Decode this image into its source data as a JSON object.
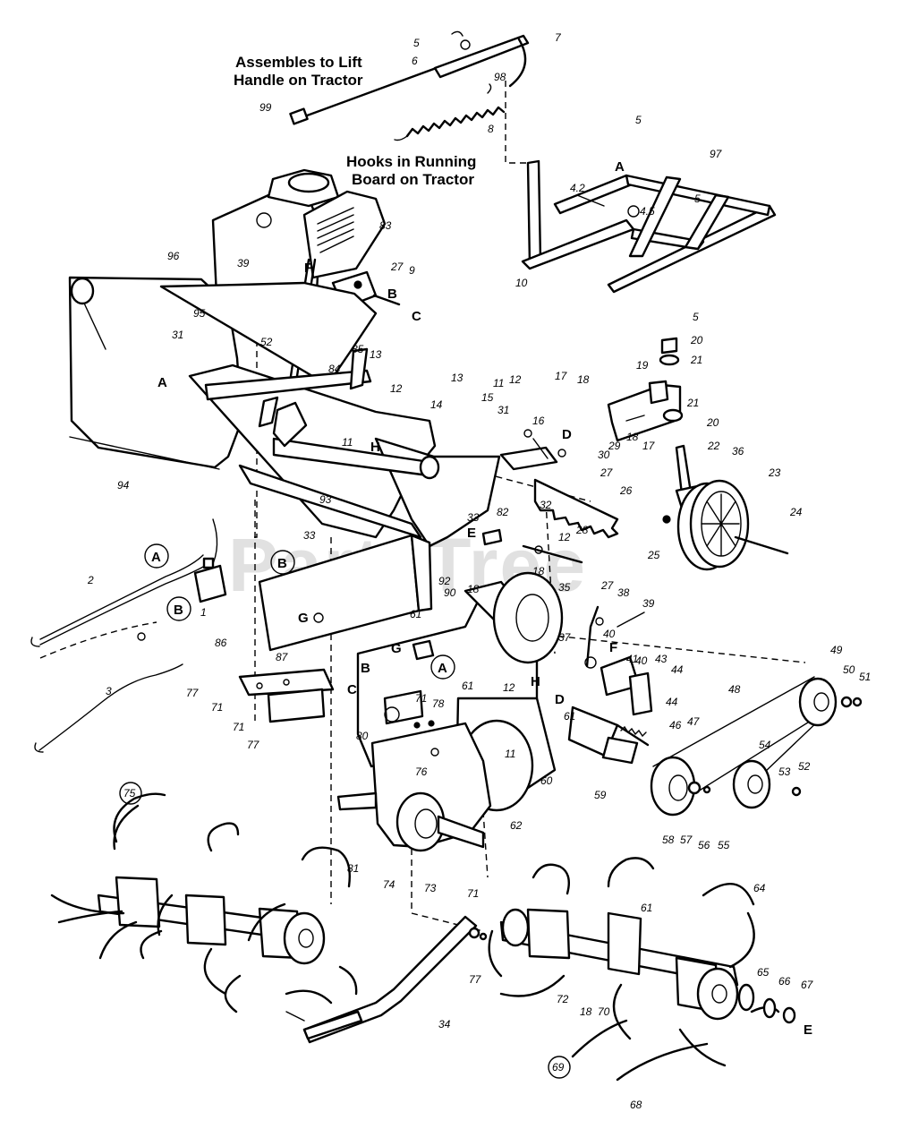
{
  "notes": {
    "lift_handle_line1": "Assembles to Lift",
    "lift_handle_line2": "Handle on Tractor",
    "running_board_line1": "Hooks in Running",
    "running_board_line2": "Board on Tractor"
  },
  "watermark": "PartsTree",
  "labels": {
    "n5a": "5",
    "n6": "6",
    "n7": "7",
    "n98": "98",
    "n99": "99",
    "n8": "8",
    "n97": "97",
    "n5b": "5",
    "n42": "4.2",
    "n45": "4.5",
    "n5c": "5",
    "n10": "10",
    "n96": "96",
    "n39a": "39",
    "n83": "83",
    "n27a": "27",
    "n9": "9",
    "n95": "95",
    "n85": "85",
    "n31a": "31",
    "n52a": "52",
    "n84": "84",
    "n13a": "13",
    "n13b": "13",
    "n12a": "12",
    "n11a": "11",
    "n14": "14",
    "n94": "94",
    "n93": "93",
    "n33a": "33",
    "n15": "15",
    "n11b": "11",
    "n12b": "12",
    "n31b": "31",
    "n16": "16",
    "n29": "29",
    "n30": "30",
    "n27b": "27",
    "n26": "26",
    "n82": "82",
    "n32": "32",
    "n12c": "12",
    "n28": "28",
    "n17a": "17",
    "n18a": "18",
    "n19": "19",
    "n18b": "18",
    "n17b": "17",
    "n5d": "5",
    "n20a": "20",
    "n21a": "21",
    "n21b": "21",
    "n20b": "20",
    "n22": "22",
    "n36": "36",
    "n23": "23",
    "n24": "24",
    "n25": "25",
    "n18c": "18",
    "n35": "35",
    "n33b": "33",
    "n92": "92",
    "n90": "90",
    "n18d": "18",
    "n27c": "27",
    "n38": "38",
    "n39b": "39",
    "n2": "2",
    "n1": "1",
    "n3": "3",
    "n86": "86",
    "n61a": "61",
    "n37": "37",
    "n40a": "40",
    "n41": "41",
    "n40b": "40",
    "n43": "43",
    "n44a": "44",
    "n44b": "44",
    "n46": "46",
    "n47": "47",
    "n48": "48",
    "n49": "49",
    "n50": "50",
    "n51": "51",
    "n87": "87",
    "n77a": "77",
    "n71a": "71",
    "n71b": "71",
    "n77b": "77",
    "n80": "80",
    "n71c": "71",
    "n78": "78",
    "n61b": "61",
    "n12d": "12",
    "n11c": "11",
    "n61c": "61",
    "n60": "60",
    "n59": "59",
    "n76": "76",
    "n54": "54",
    "n53": "53",
    "n52b": "52",
    "n58": "58",
    "n57": "57",
    "n56": "56",
    "n55": "55",
    "n75": "75",
    "n62": "62",
    "n81": "81",
    "n74": "74",
    "n73": "73",
    "n71d": "71",
    "n77c": "77",
    "n64": "64",
    "n61d": "61",
    "n34": "34",
    "n72": "72",
    "n18e": "18",
    "n70": "70",
    "n65": "65",
    "n66": "66",
    "n67": "67",
    "n69": "69",
    "n68": "68"
  },
  "letters": {
    "A1": "A",
    "A2": "A",
    "A3": "A",
    "A4": "A",
    "B1": "B",
    "B2": "B",
    "B3": "B",
    "B4": "B",
    "C1": "C",
    "C2": "C",
    "D1": "D",
    "D2": "D",
    "E1": "E",
    "E2": "E",
    "F1": "F",
    "F2": "F",
    "G1": "G",
    "G2": "G",
    "H1": "H",
    "H2": "H"
  }
}
